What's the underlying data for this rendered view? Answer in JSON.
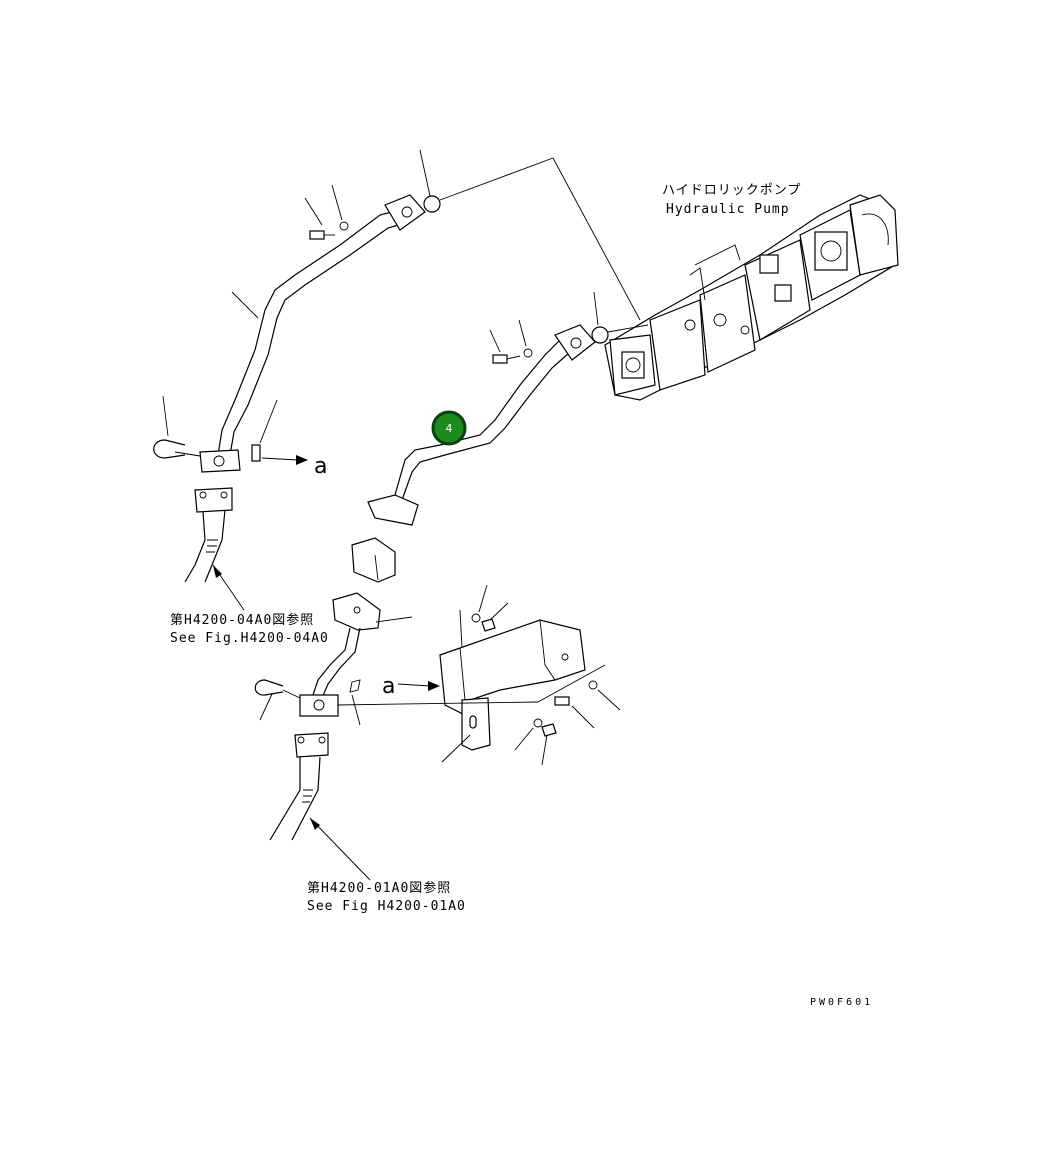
{
  "labels": {
    "pump_jp": "ハイドロリックポンプ",
    "pump_en": "Hydraulic Pump",
    "ref1_jp": "第H4200-04A0図参照",
    "ref1_en": "See Fig.H4200-04A0",
    "ref2_jp": "第H4200-01A0図参照",
    "ref2_en": "See Fig H4200-01A0",
    "arrow_a_top": "a",
    "arrow_a_bottom": "a",
    "drawing_code": "PW0F601"
  },
  "callout": {
    "number": "4",
    "color": "#1e8a1e",
    "ring_color": "#0d3f0d"
  }
}
